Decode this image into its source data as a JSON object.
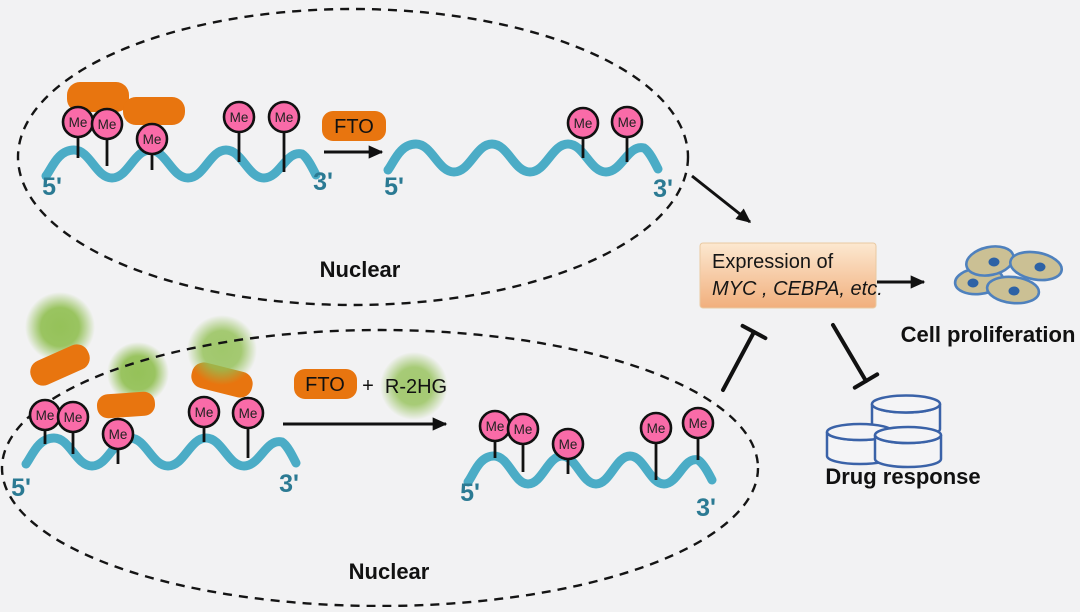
{
  "me": {
    "label": "Me"
  },
  "labels": {
    "nuclear_top": "Nuclear",
    "nuclear_bottom": "Nuclear",
    "five_prime": "5'",
    "three_prime": "3'",
    "fto_top": "FTO",
    "fto_bottom": "FTO",
    "plus": "+",
    "r2hg": "R-2HG",
    "cell_proliferation": "Cell proliferation",
    "drug_response": "Drug response"
  },
  "expression_box": {
    "line1": "Expression of",
    "line2": "MYC , CEBPA, etc."
  },
  "colors": {
    "background": "#F2F2F3",
    "strand": "#4BACC6",
    "me_fill": "#F96BA8",
    "fto_orange": "#E8750F",
    "r2hg_green": "#92C054",
    "box_gradient_top": "#FCE8D0",
    "box_gradient_bottom": "#F1AF7D",
    "cell_fill": "#CBC094",
    "cell_stroke": "#4F81BD",
    "tablet_stroke": "#3A62A8",
    "prime_label": "#2B7A93"
  }
}
